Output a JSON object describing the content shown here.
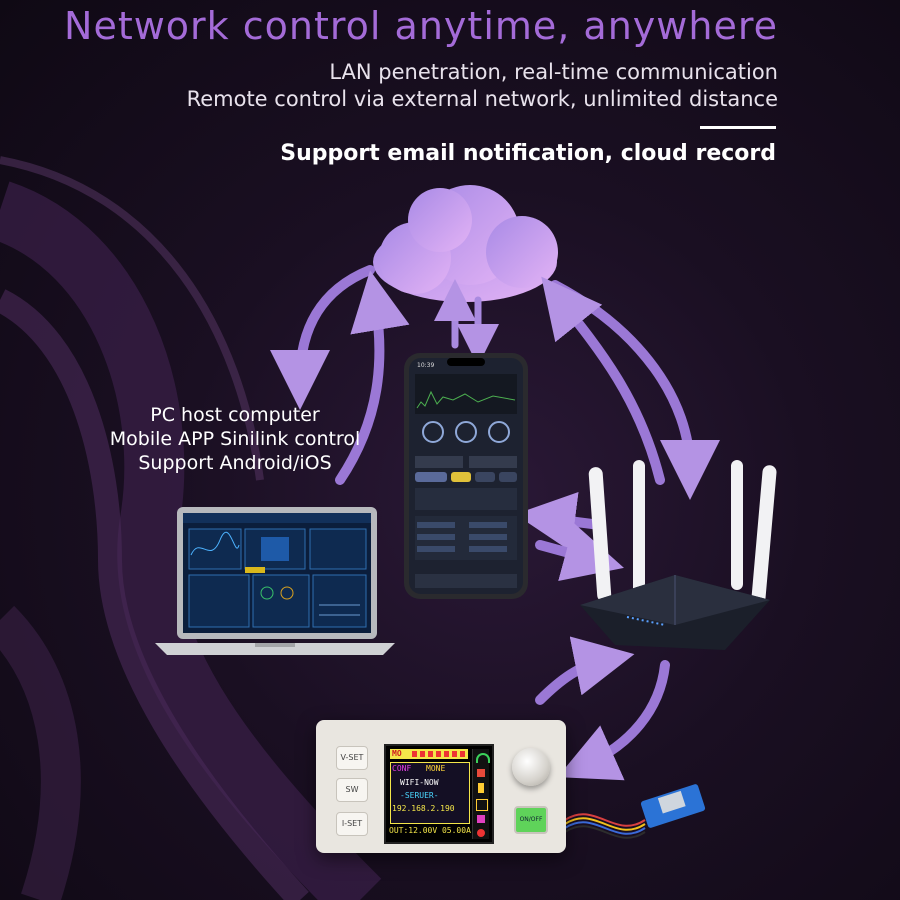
{
  "header": {
    "title": "Network control anytime, anywhere",
    "line1": "LAN penetration, real-time communication",
    "line2": "Remote control via external network, unlimited distance",
    "line3": "Support email notification, cloud record"
  },
  "pc_labels": {
    "line1": "PC host computer",
    "line2": "Mobile APP Sinilink control",
    "line3": "Support Android/iOS"
  },
  "phone": {
    "time": "10:39"
  },
  "device": {
    "buttons": {
      "vset": "V-SET",
      "sw": "SW",
      "iset": "I-SET",
      "onoff": "ON/OFF"
    },
    "screen": {
      "mode": "MO",
      "conf": "CONF",
      "mone": "MONE",
      "wifi": "WIFI-NOW",
      "server": "-SERUER-",
      "ip": "192.168.2.190",
      "output": "OUT:12.00V 05.00A"
    }
  },
  "colors": {
    "title": "#a46bd8",
    "cloud": "#c9a0f0",
    "arrow": "#8f6cc8",
    "screen_bg": "#0a0a0a",
    "screen_yellow": "#f4e64a"
  }
}
